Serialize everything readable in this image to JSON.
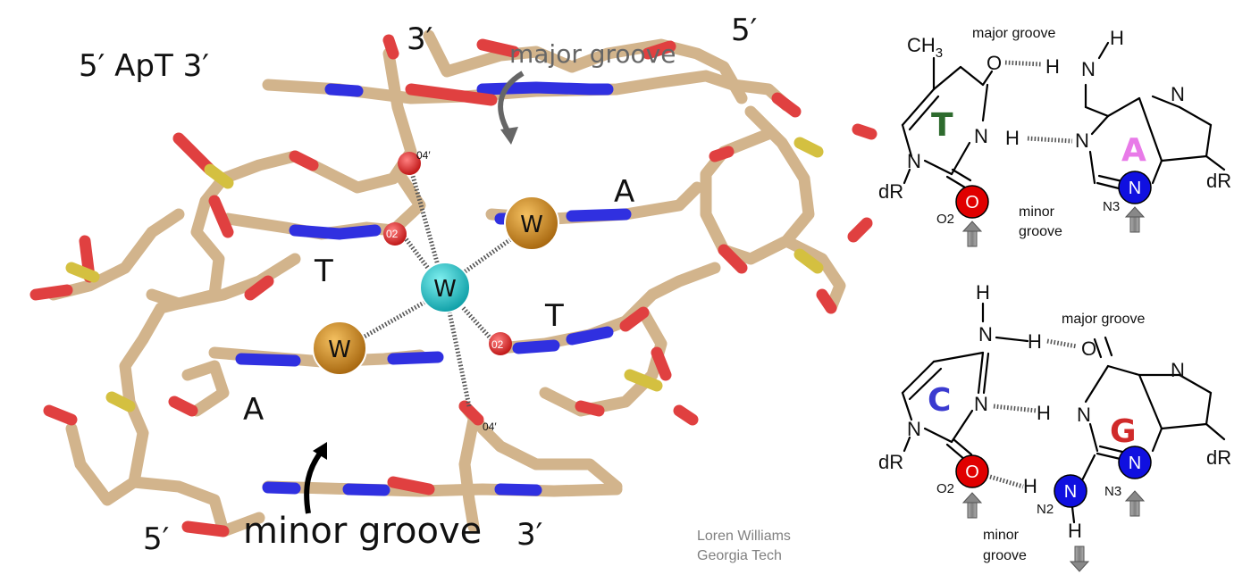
{
  "left_panel": {
    "title": "5′ ApT 3′",
    "end_labels": {
      "top_3prime": "3′",
      "top_5prime": "5′",
      "bottom_5prime": "5′",
      "bottom_3prime": "3′"
    },
    "groove_labels": {
      "major": "major groove",
      "minor": "minor groove"
    },
    "base_labels": {
      "upper_T": "T",
      "upper_A": "A",
      "lower_T": "T",
      "lower_A": "A"
    },
    "atom_labels": {
      "o4_top": "04′",
      "o2_upper": "02",
      "o2_lower": "02",
      "o4_bottom": "04′"
    },
    "water_label": "W",
    "credit": {
      "line1": "Loren Williams",
      "line2": "Georgia Tech"
    }
  },
  "tA_pair": {
    "base_T": "T",
    "base_A": "A",
    "methyl_C": "CH",
    "methyl_sub": "3",
    "major_groove": "major groove",
    "minor_groove_1": "minor",
    "minor_groove_2": "groove",
    "dR_left": "dR",
    "dR_right": "dR",
    "atoms": {
      "O_top": "O",
      "H_a": "H",
      "N_a": "N",
      "H_top": "H",
      "N_T": "N",
      "H_b": "H",
      "N_A": "N",
      "N1_T": "N",
      "N_ring": "N",
      "O2": "O",
      "N3": "N"
    },
    "tags": {
      "O2": "O2",
      "N3": "N3"
    },
    "colors": {
      "T": "#2e6b2e",
      "A": "#e87ae8",
      "oxygen": "#e00000",
      "nitrogen": "#1010e0"
    }
  },
  "cG_pair": {
    "base_C": "C",
    "base_G": "G",
    "major_groove": "major groove",
    "minor_groove_1": "minor",
    "minor_groove_2": "groove",
    "dR_left": "dR",
    "dR_right": "dR",
    "atoms": {
      "H_top": "H",
      "N_amine": "N",
      "H_amine": "H",
      "O_top": "O",
      "N3_C": "N",
      "H_mid": "H",
      "N1_G": "N",
      "N1_C": "N",
      "N_ring": "N",
      "O2": "O",
      "H_n2": "H",
      "N2": "N",
      "N3": "N",
      "H_bottom": "H"
    },
    "tags": {
      "O2": "O2",
      "N2": "N2",
      "N3": "N3"
    },
    "colors": {
      "C": "#3b3bd0",
      "G": "#d02a2a",
      "oxygen": "#e00000",
      "nitrogen": "#1010e0"
    }
  },
  "colors": {
    "carbon": "#d2b48c",
    "nitrogen_stick": "#3030e0",
    "oxygen_stick": "#e04040",
    "phosphorus": "#d4c040",
    "water_orange": "#d08a20",
    "water_cyan": "#20c8c8",
    "arrow_gray": "#999999"
  }
}
